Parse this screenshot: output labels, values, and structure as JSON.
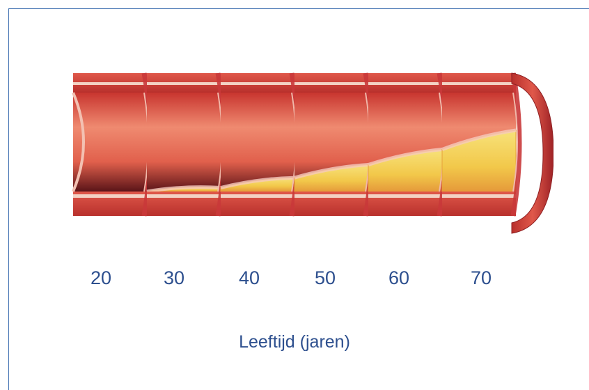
{
  "diagram": {
    "stages": [
      {
        "label": "20",
        "plaque": 0.0
      },
      {
        "label": "30",
        "plaque": 0.05
      },
      {
        "label": "40",
        "plaque": 0.18
      },
      {
        "label": "50",
        "plaque": 0.35
      },
      {
        "label": "60",
        "plaque": 0.55
      },
      {
        "label": "70",
        "plaque": 0.8
      }
    ],
    "caption": "Leeftijd (jaren)",
    "colors": {
      "frame": "#3f6fb0",
      "text": "#2d4f8e",
      "wall": "#d9443b",
      "wall_dark": "#a8262a",
      "lumen": "#e8735d",
      "intima": "#f3d2c4",
      "plaque": "#f4d24e",
      "plaque_edge": "#e7a13a"
    }
  }
}
